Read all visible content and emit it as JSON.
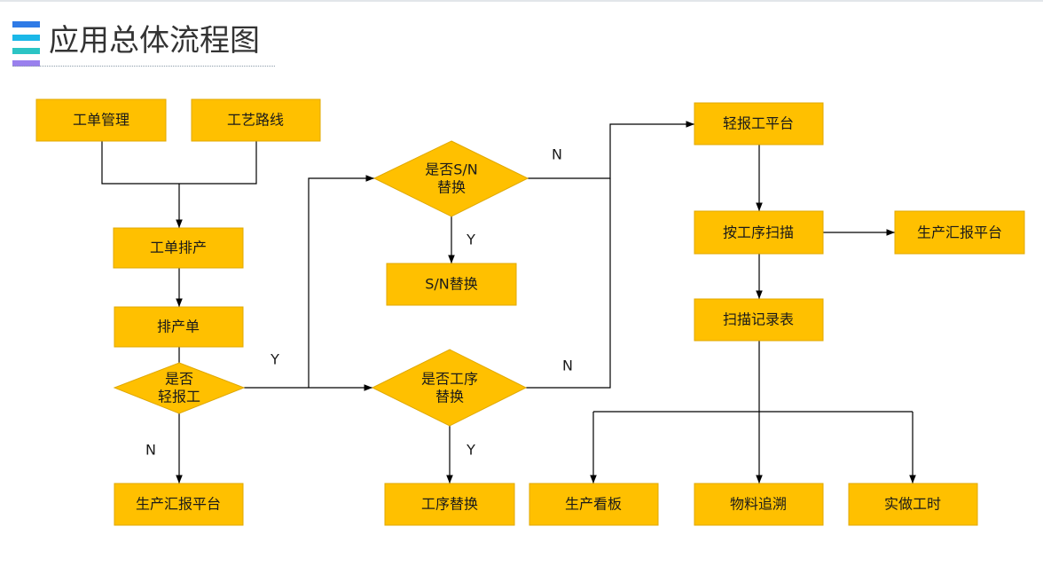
{
  "title": "应用总体流程图",
  "colors": {
    "node_fill": "#FFC000",
    "node_border": "#E0A800",
    "line": "#000000",
    "title_bars": [
      "#2F7BE6",
      "#1BB8E8",
      "#2BC4C4",
      "#9A80EE"
    ]
  },
  "nodes": {
    "work_order_mgmt": "工单管理",
    "process_route": "工艺路线",
    "work_order_scheduling": "工单排产",
    "schedule_sheet": "排产单",
    "is_light_report": [
      "是否",
      "轻报工"
    ],
    "prod_report_platform_left": "生产汇报平台",
    "is_sn_replace": [
      "是否S/N",
      "替换"
    ],
    "sn_replace": "S/N替换",
    "is_process_replace": [
      "是否工序",
      "替换"
    ],
    "process_replace": "工序替换",
    "light_report_platform": "轻报工平台",
    "scan_by_process": "按工序扫描",
    "prod_report_platform_right": "生产汇报平台",
    "scan_record_table": "扫描记录表",
    "production_board": "生产看板",
    "material_trace": "物料追溯",
    "actual_work_hours": "实做工时"
  },
  "edge_labels": {
    "light_report_no": "N",
    "light_report_yes": "Y",
    "sn_yes": "Y",
    "sn_no": "N",
    "process_no": "N",
    "process_yes": "Y"
  }
}
